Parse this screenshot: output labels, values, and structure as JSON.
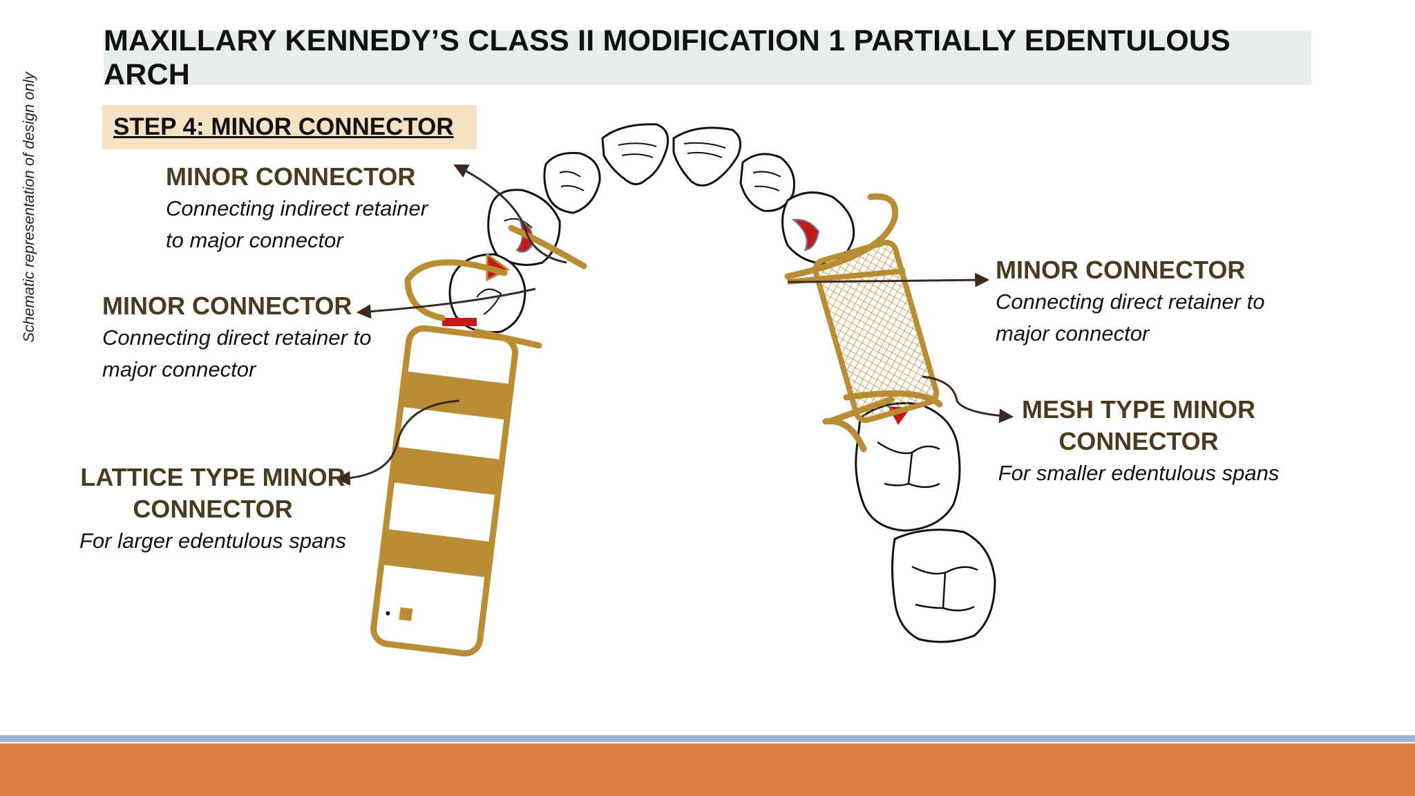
{
  "side_note": "Schematic representation of design only",
  "title": "MAXILLARY KENNEDY’S CLASS II MODIFICATION 1 PARTIALLY EDENTULOUS ARCH",
  "step": "STEP 4: MINOR CONNECTOR",
  "labels": {
    "indirect": {
      "heading": "MINOR CONNECTOR",
      "line1": "Connecting indirect retainer",
      "line2": "to major connector"
    },
    "direct_left": {
      "heading": "MINOR CONNECTOR",
      "line1": "Connecting direct retainer to",
      "line2": "major connector"
    },
    "lattice": {
      "heading1": "LATTICE TYPE MINOR",
      "heading2": "CONNECTOR",
      "desc": "For larger edentulous spans"
    },
    "direct_right": {
      "heading": "MINOR CONNECTOR",
      "line1": "Connecting direct retainer to",
      "line2": "major connector"
    },
    "mesh": {
      "heading1": "MESH TYPE MINOR",
      "heading2": "CONNECTOR",
      "desc": "For smaller edentulous spans"
    }
  },
  "colors": {
    "metal": "#b98d34",
    "rest": "#c41a1a",
    "arrow": "#3a2a22",
    "footer_bar": "#db7d45",
    "footer_line": "#9db6cf"
  }
}
